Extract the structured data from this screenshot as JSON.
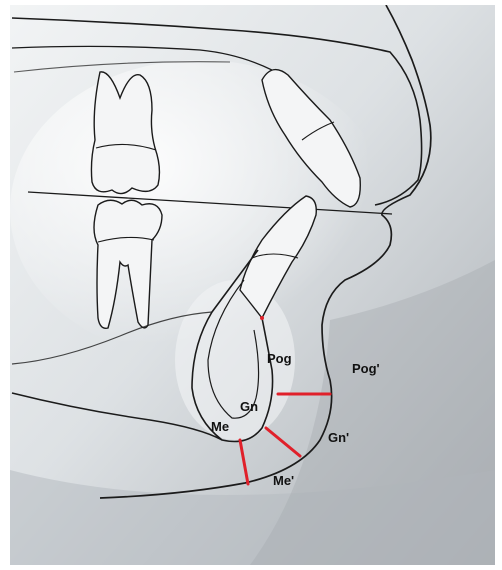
{
  "colors": {
    "film_light": "#e9ecef",
    "film_dark": "#9ea4aa",
    "tracing_line": "#1b1b1b",
    "measure_line": "#e0202a",
    "label_text": "#111111",
    "border": "#ffffff"
  },
  "labels": {
    "pog": "Pog",
    "pog_soft": "Pog'",
    "gn": "Gn",
    "gn_soft": "Gn'",
    "me": "Me",
    "me_soft": "Me'"
  },
  "icons": {
    "tooth": "molar-tooth-icon",
    "incisor": "incisor-tooth-icon"
  }
}
